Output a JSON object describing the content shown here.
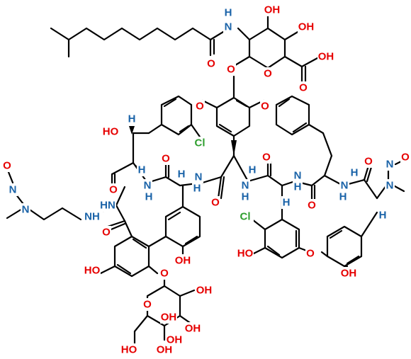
{
  "colors": {
    "oxygen": "#e60000",
    "nitrogen": "#1a63a8",
    "chlorine": "#2e9e2e",
    "stereo_h": "#1a63a8",
    "carbon": "#000000"
  },
  "labels": [
    {
      "id": "nh-top",
      "text": "N",
      "el": "nitrogen"
    },
    {
      "id": "nh-top-h",
      "text": "H",
      "el": "nitrogen"
    },
    {
      "id": "oh-top1",
      "text": "OH",
      "el": "oxygen"
    },
    {
      "id": "oh-top2",
      "text": "OH",
      "el": "oxygen"
    },
    {
      "id": "cooh",
      "text": "OH",
      "el": "oxygen"
    },
    {
      "id": "cooh-o",
      "text": "O",
      "el": "oxygen"
    },
    {
      "id": "amide-o",
      "text": "O",
      "el": "oxygen"
    },
    {
      "id": "glyco-o",
      "text": "O",
      "el": "oxygen"
    },
    {
      "id": "ring-o",
      "text": "O",
      "el": "oxygen"
    },
    {
      "id": "ether-o1",
      "text": "O",
      "el": "oxygen"
    },
    {
      "id": "ether-o2",
      "text": "O",
      "el": "oxygen"
    },
    {
      "id": "cl1",
      "text": "Cl",
      "el": "chlorine"
    },
    {
      "id": "cl2",
      "text": "Cl",
      "el": "chlorine"
    },
    {
      "id": "ho1",
      "text": "HO",
      "el": "oxygen"
    },
    {
      "id": "h-st1",
      "text": "H",
      "el": "stereo_h"
    },
    {
      "id": "h-st2",
      "text": "H",
      "el": "stereo_h"
    },
    {
      "id": "h-st3",
      "text": "H",
      "el": "stereo_h"
    },
    {
      "id": "h-st4",
      "text": "H",
      "el": "stereo_h"
    },
    {
      "id": "h-st5",
      "text": "H",
      "el": "stereo_h"
    },
    {
      "id": "h-st6",
      "text": "H",
      "el": "stereo_h"
    },
    {
      "id": "h-st7",
      "text": "H",
      "el": "stereo_h"
    },
    {
      "id": "o-c1",
      "text": "O",
      "el": "oxygen"
    },
    {
      "id": "o-c2",
      "text": "O",
      "el": "oxygen"
    },
    {
      "id": "o-c3",
      "text": "O",
      "el": "oxygen"
    },
    {
      "id": "o-c4",
      "text": "O",
      "el": "oxygen"
    },
    {
      "id": "o-c5",
      "text": "O",
      "el": "oxygen"
    },
    {
      "id": "o-c6",
      "text": "O",
      "el": "oxygen"
    },
    {
      "id": "o-c7",
      "text": "O",
      "el": "oxygen"
    },
    {
      "id": "n1",
      "text": "N",
      "el": "nitrogen"
    },
    {
      "id": "n1-h",
      "text": "H",
      "el": "nitrogen"
    },
    {
      "id": "hn2",
      "text": "HN",
      "el": "nitrogen"
    },
    {
      "id": "n3",
      "text": "N",
      "el": "nitrogen"
    },
    {
      "id": "n3-h",
      "text": "H",
      "el": "nitrogen"
    },
    {
      "id": "n4",
      "text": "N",
      "el": "nitrogen"
    },
    {
      "id": "n4-h",
      "text": "H",
      "el": "nitrogen"
    },
    {
      "id": "n5",
      "text": "N",
      "el": "nitrogen"
    },
    {
      "id": "n5-h",
      "text": "H",
      "el": "nitrogen"
    },
    {
      "id": "n6",
      "text": "N",
      "el": "nitrogen"
    },
    {
      "id": "n6-h",
      "text": "H",
      "el": "nitrogen"
    },
    {
      "id": "nh-left",
      "text": "NH",
      "el": "nitrogen"
    },
    {
      "id": "nitroso-left-o",
      "text": "O",
      "el": "oxygen"
    },
    {
      "id": "nitroso-left-n",
      "text": "N",
      "el": "nitrogen"
    },
    {
      "id": "nme-left",
      "text": "N",
      "el": "nitrogen"
    },
    {
      "id": "nitroso-right-n",
      "text": "N",
      "el": "nitrogen"
    },
    {
      "id": "nitroso-right-o",
      "text": "O",
      "el": "oxygen"
    },
    {
      "id": "nme-right",
      "text": "N",
      "el": "nitrogen"
    },
    {
      "id": "ho-left",
      "text": "HO",
      "el": "oxygen"
    },
    {
      "id": "oh-mid",
      "text": "OH",
      "el": "oxygen"
    },
    {
      "id": "ho-mid2",
      "text": "HO",
      "el": "oxygen"
    },
    {
      "id": "ether-o3",
      "text": "O",
      "el": "oxygen"
    },
    {
      "id": "oh-right",
      "text": "OH",
      "el": "oxygen"
    },
    {
      "id": "glyco-o2",
      "text": "O",
      "el": "oxygen"
    },
    {
      "id": "sug-ring-o",
      "text": "O",
      "el": "oxygen"
    },
    {
      "id": "sug-oh1",
      "text": "OH",
      "el": "oxygen"
    },
    {
      "id": "sug-oh2",
      "text": "OH",
      "el": "oxygen"
    },
    {
      "id": "sug-oh3",
      "text": "OH",
      "el": "oxygen"
    },
    {
      "id": "sug-oh4",
      "text": "OH",
      "el": "oxygen"
    },
    {
      "id": "sug-oh5",
      "text": "HO",
      "el": "oxygen"
    },
    {
      "id": "sug-oh6",
      "text": "OH",
      "el": "oxygen"
    }
  ]
}
